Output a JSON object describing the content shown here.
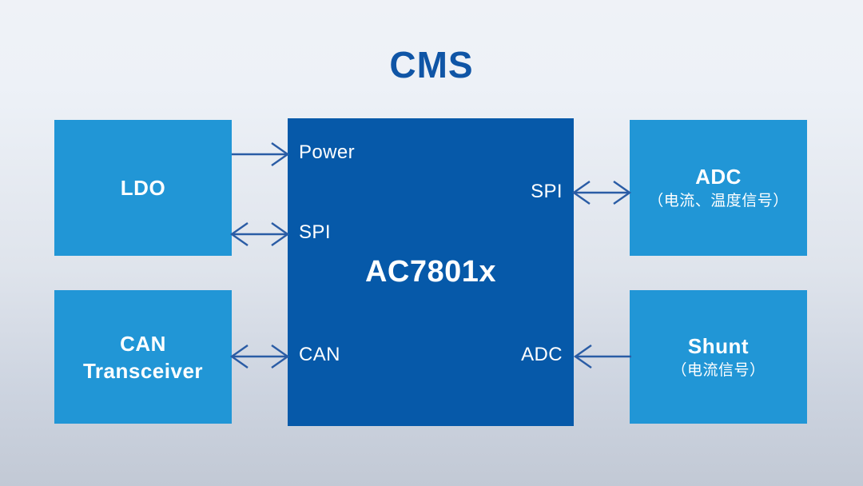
{
  "slide": {
    "title": "CMS",
    "background_top": "#EFF2F7",
    "background_bottom": "#C2C9D5",
    "title_color": "#0F55A6"
  },
  "colors": {
    "mcu_blue": "#0659A9",
    "peripheral_blue": "#2196D6",
    "arrow_blue": "#2A5CA5",
    "text_white": "#FFFFFF"
  },
  "mcu": {
    "name": "AC7801x",
    "pins": {
      "power": "Power",
      "spi_left": "SPI",
      "can_left": "CAN",
      "spi_right": "SPI",
      "adc_right": "ADC"
    }
  },
  "blocks": [
    {
      "id": "ldo",
      "title": "LDO",
      "subtitle": ""
    },
    {
      "id": "can",
      "title": "CAN",
      "subtitle": "Transceiver"
    },
    {
      "id": "adc",
      "title": "ADC",
      "subtitle": "（电流、温度信号）"
    },
    {
      "id": "shunt",
      "title": "Shunt",
      "subtitle": "（电流信号）"
    }
  ],
  "connections": [
    {
      "id": "ldo-power",
      "from": "LDO",
      "to": "Power",
      "direction": "one-way-right"
    },
    {
      "id": "ldo-spi",
      "from": "LDO",
      "to": "SPI",
      "direction": "two-way"
    },
    {
      "id": "can-can",
      "from": "CAN Transceiver",
      "to": "CAN",
      "direction": "two-way"
    },
    {
      "id": "spi-adc",
      "from": "SPI",
      "to": "ADC",
      "direction": "two-way"
    },
    {
      "id": "shunt-adc",
      "from": "Shunt",
      "to": "ADC",
      "direction": "one-way-left"
    }
  ]
}
